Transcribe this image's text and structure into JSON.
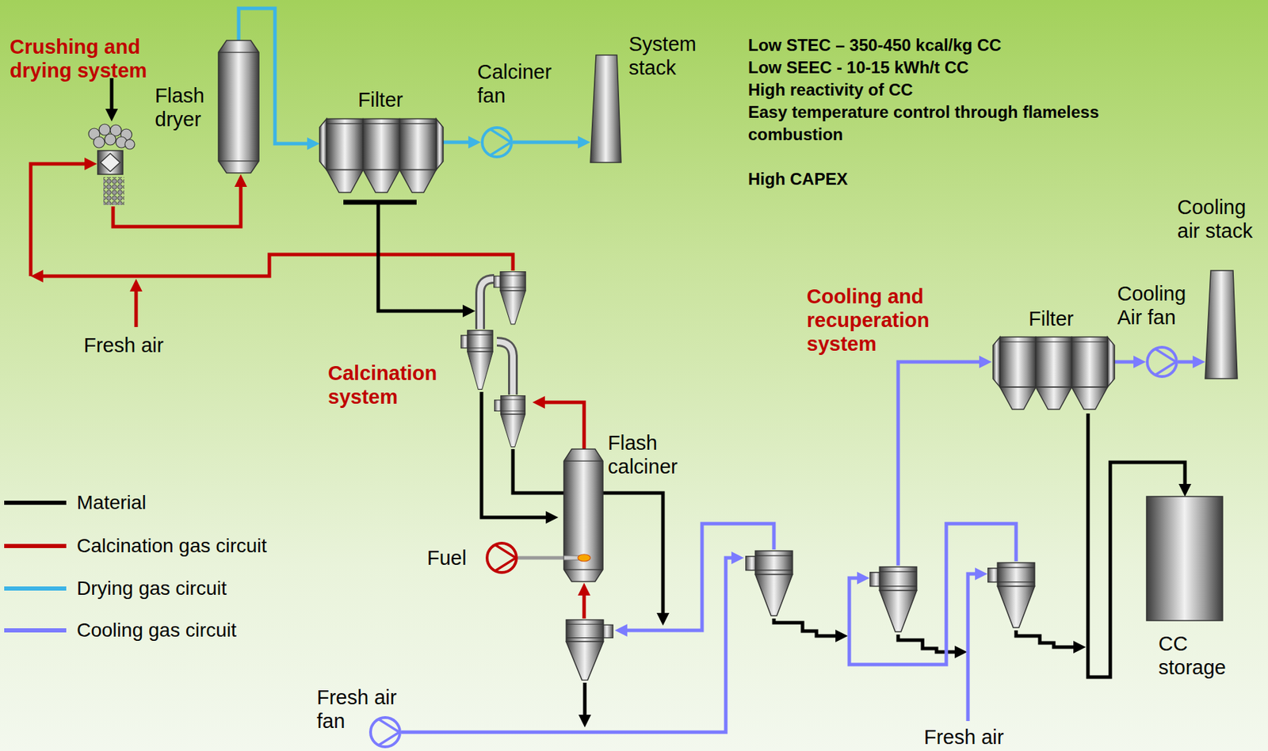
{
  "diagram": {
    "nodes": [
      {
        "text": [
          "Flash dryer"
        ]
      },
      {
        "text": [
          "Filter"
        ]
      },
      {
        "text": [
          "Calciner fan"
        ]
      },
      {
        "text": [
          "System stack"
        ]
      },
      {
        "text": [
          "Flash calciner"
        ]
      },
      {
        "text": [
          "Fuel"
        ]
      },
      {
        "text": [
          "Fresh air fan"
        ]
      },
      {
        "text": [
          "Filter"
        ]
      },
      {
        "text": [
          "Cooling Air fan"
        ]
      },
      {
        "text": [
          "Cooling air stack"
        ]
      },
      {
        "text": [
          "CC storage"
        ]
      }
    ],
    "edges": [
      {
        "from": 0,
        "to": 1,
        "arrow": "to"
      },
      {
        "from": 1,
        "to": 2,
        "arrow": "to"
      },
      {
        "from": 2,
        "to": 3,
        "arrow": "to"
      },
      {
        "from": 5,
        "to": 4,
        "arrow": "none"
      },
      {
        "from": 7,
        "to": 8,
        "arrow": "to"
      },
      {
        "from": 8,
        "to": 9,
        "arrow": "to"
      },
      {
        "from": 7,
        "to": 10,
        "arrow": "to"
      }
    ],
    "labels": [
      "Crushing and drying system",
      "Low STEC – 350-450 kcal/kg CC",
      "Low SEEC - 10-15 kWh/t CC",
      "High reactivity of CC",
      "Easy temperature control through flameless combustion",
      "High CAPEX",
      "Fresh air",
      "Calcination system",
      "Cooling and recuperation system",
      "Fresh air"
    ],
    "legend": [
      {
        "text": "Material",
        "color": "#000000"
      },
      {
        "text": "Calcination gas circuit",
        "color": "#c00000"
      },
      {
        "text": "Drying gas circuit",
        "color": "#3cb4e6"
      },
      {
        "text": "Cooling gas circuit",
        "color": "#7b7bff"
      }
    ]
  }
}
